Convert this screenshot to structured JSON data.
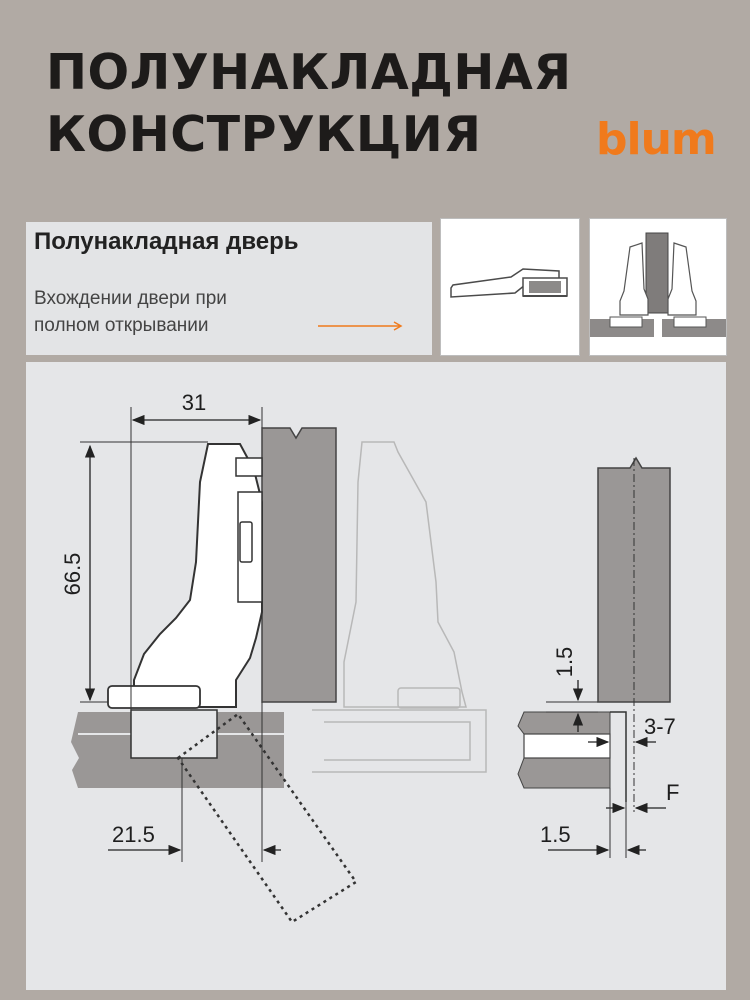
{
  "header": {
    "title_line1": "ПОЛУНАКЛАДНАЯ",
    "title_line2": "КОНСТРУКЦИЯ",
    "brand": "blum"
  },
  "info": {
    "title": "Полунакладная дверь",
    "text_line1": "Вхождении двери при",
    "text_line2": "полном открывании"
  },
  "dimensions": {
    "width_top": "31",
    "height_left": "66.5",
    "offset_bottom": "21.5",
    "gap_vertical": "1.5",
    "range": "3-7",
    "f_label": "F",
    "gap_bottom": "1.5"
  },
  "colors": {
    "background": "#b1aaa4",
    "panel": "#e3e4e6",
    "accent": "#f07a1c",
    "board": "#9a9796",
    "text": "#1d1b1a"
  }
}
